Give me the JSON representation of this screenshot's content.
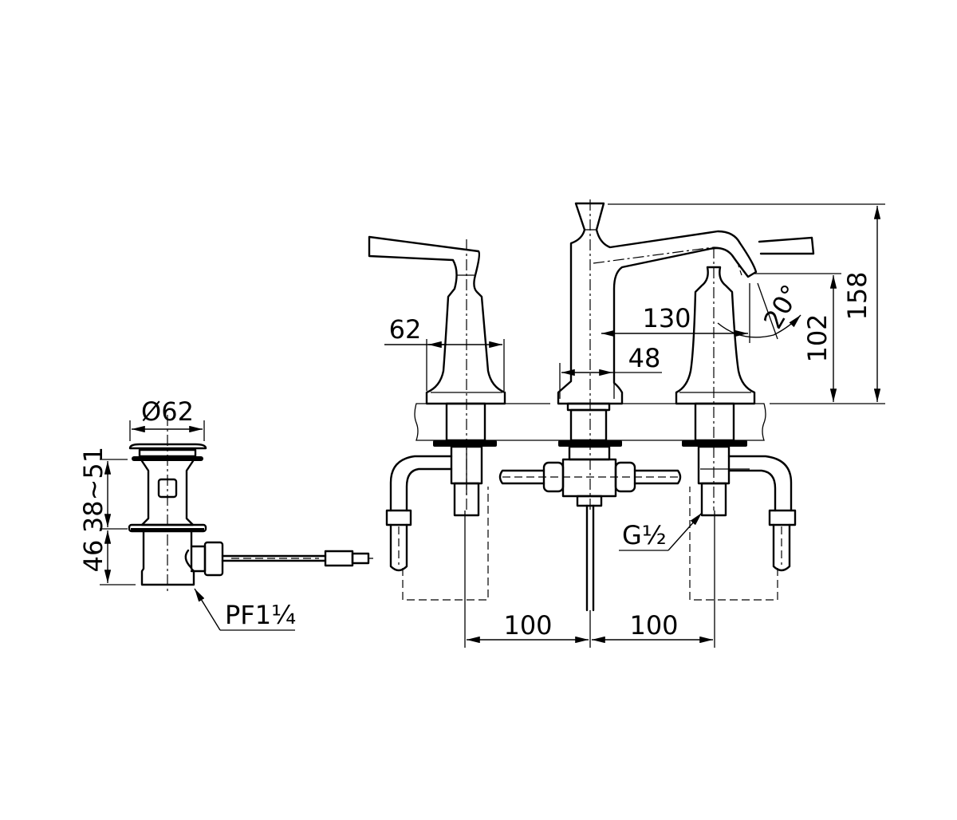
{
  "drawing": {
    "drain": {
      "diameter_label": "Ø62",
      "height_range_label": "38~51",
      "lower_height_label": "46",
      "thread_label": "PF1¼"
    },
    "faucet": {
      "handle_width_label": "62",
      "spout_reach_label": "130",
      "spout_base_label": "48",
      "spout_angle_label": "20°",
      "spout_outlet_height_label": "102",
      "overall_height_label": "158",
      "supply_thread_label": "G½",
      "left_spacing_label": "100",
      "right_spacing_label": "100"
    }
  }
}
